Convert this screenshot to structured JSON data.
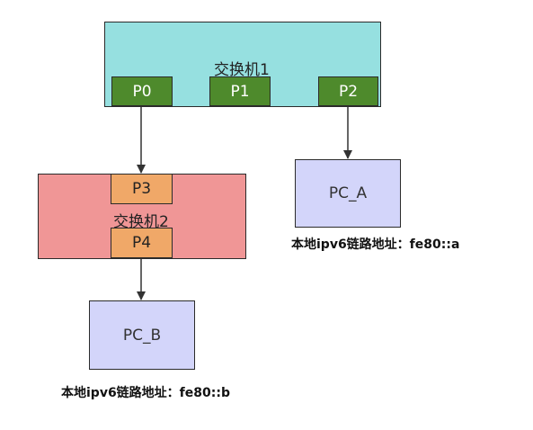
{
  "colors": {
    "switch1_fill": "#96e0e0",
    "switch1_port_fill": "#4e8a2c",
    "switch2_fill": "#f09696",
    "switch2_port_fill": "#f0a868",
    "pc_fill": "#d3d5fa"
  },
  "switch1": {
    "label": "交换机1",
    "ports": [
      "P0",
      "P1",
      "P2"
    ]
  },
  "switch2": {
    "label": "交换机2",
    "ports": [
      "P3",
      "P4"
    ]
  },
  "pc_a": {
    "label": "PC_A",
    "address": "本地ipv6链路地址：fe80::a"
  },
  "pc_b": {
    "label": "PC_B",
    "address": "本地ipv6链路地址：fe80::b"
  }
}
